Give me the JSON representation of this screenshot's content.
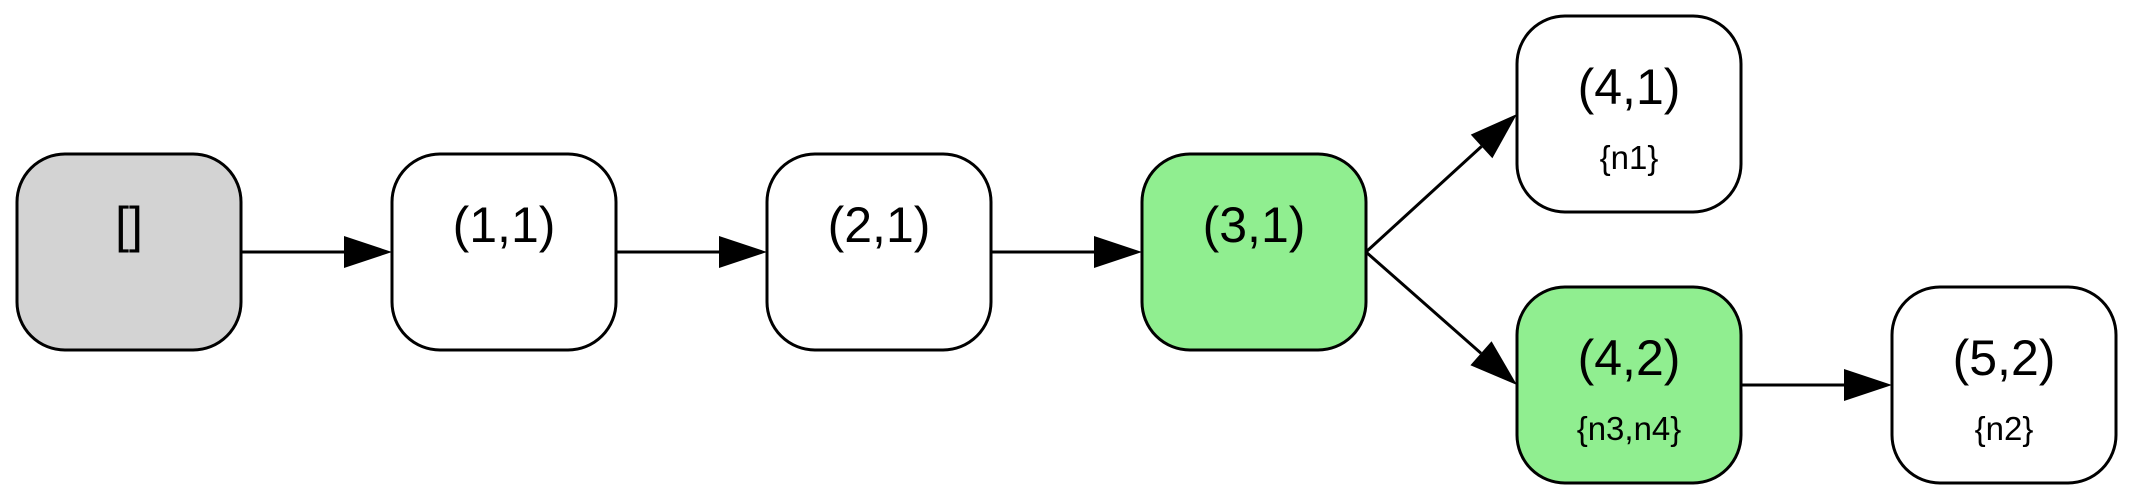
{
  "colors": {
    "root_fill": "#d3d3d3",
    "highlight_fill": "#90ee90",
    "default_fill": "#ffffff",
    "stroke": "#000000"
  },
  "nodes": [
    {
      "id": "root",
      "label": "[]",
      "sublabel": "",
      "fill": "root"
    },
    {
      "id": "n11",
      "label": "(1,1)",
      "sublabel": "",
      "fill": "default"
    },
    {
      "id": "n21",
      "label": "(2,1)",
      "sublabel": "",
      "fill": "default"
    },
    {
      "id": "n31",
      "label": "(3,1)",
      "sublabel": "",
      "fill": "highlight"
    },
    {
      "id": "n41",
      "label": "(4,1)",
      "sublabel": "{n1}",
      "fill": "default"
    },
    {
      "id": "n42",
      "label": "(4,2)",
      "sublabel": "{n3,n4}",
      "fill": "highlight"
    },
    {
      "id": "n52",
      "label": "(5,2)",
      "sublabel": "{n2}",
      "fill": "default"
    }
  ],
  "edges": [
    {
      "from": "root",
      "to": "n11"
    },
    {
      "from": "n11",
      "to": "n21"
    },
    {
      "from": "n21",
      "to": "n31"
    },
    {
      "from": "n31",
      "to": "n41"
    },
    {
      "from": "n31",
      "to": "n42"
    },
    {
      "from": "n42",
      "to": "n52"
    }
  ]
}
